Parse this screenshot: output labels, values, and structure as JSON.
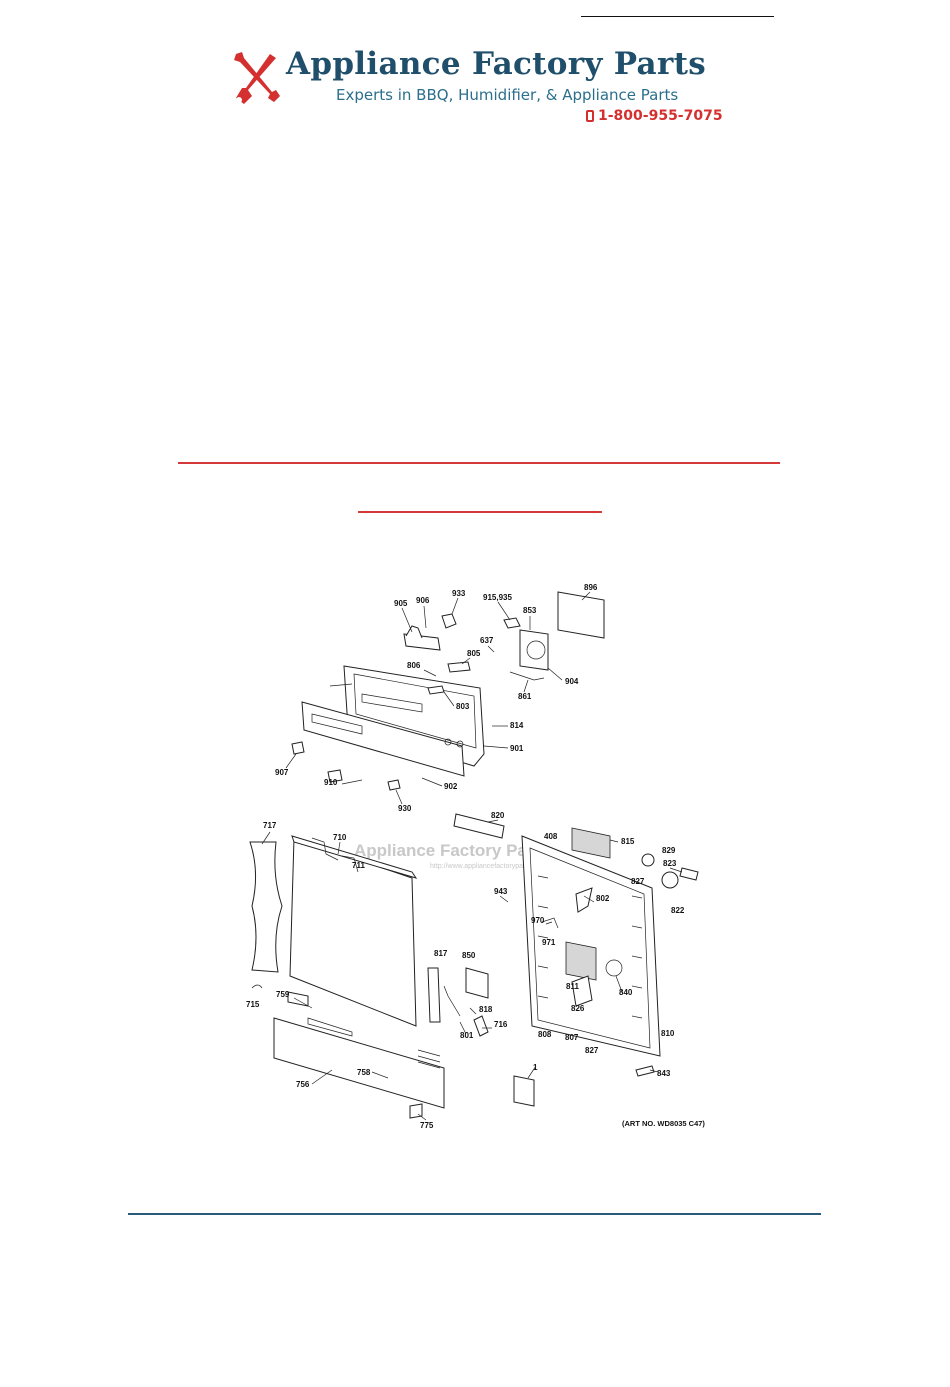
{
  "header": {
    "brand_name": "Appliance Factory Parts",
    "tagline": "Experts in BBQ, Humidifier, & Appliance Parts",
    "phone": "1-800-955-7075",
    "colors": {
      "brand": "#1f4f6a",
      "tagline": "#2b6f8c",
      "accent": "#d43030",
      "rule_blue": "#2b5a78"
    },
    "logo_icon": "wrench-screwdriver-icon",
    "phone_icon": "mobile-phone-icon"
  },
  "diagram": {
    "watermark": "Appliance Factory Parts",
    "watermark_url": "http://www.appliancefactoryparts.com",
    "art_no": "(ART NO. WD8035 C47)",
    "callouts": [
      "905",
      "906",
      "933",
      "915,935",
      "853",
      "896",
      "637",
      "805",
      "806",
      "904",
      "861",
      "803",
      "814",
      "901",
      "907",
      "910",
      "902",
      "930",
      "820",
      "408",
      "815",
      "829",
      "823",
      "827",
      "822",
      "717",
      "710",
      "711",
      "943",
      "802",
      "970",
      "971",
      "811",
      "840",
      "850",
      "817",
      "759",
      "818",
      "715",
      "716",
      "801",
      "826",
      "808",
      "807",
      "827",
      "810",
      "843",
      "758",
      "756",
      "1",
      "775"
    ]
  }
}
